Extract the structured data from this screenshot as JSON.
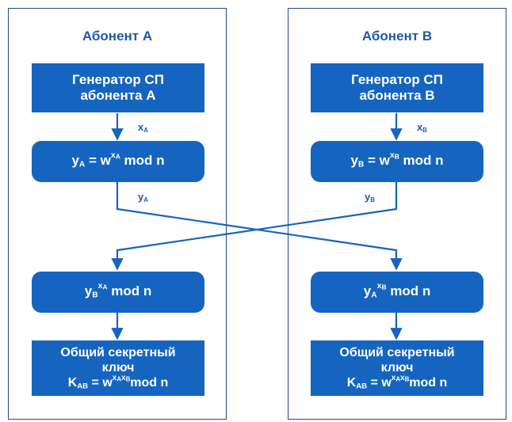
{
  "colors": {
    "box": "#1565c0",
    "text_accent": "#1e5aa8",
    "border": "#1e4a8c",
    "line": "#1565c0"
  },
  "panel_a": {
    "title": "Абонент A",
    "generator": [
      "Генератор СП",
      "абонента A"
    ],
    "edge_x": {
      "base": "x",
      "sub": "A"
    },
    "public": {
      "var": "y",
      "var_sub": "A",
      "eq": " = w",
      "exp": "x",
      "exp_sub": "A",
      "tail": " mod n"
    },
    "edge_y": {
      "base": "y",
      "sub": "A"
    },
    "compute": {
      "base": "y",
      "base_sub": "B",
      "exp": "x",
      "exp_sub": "A",
      "tail": " mod n"
    },
    "secret": {
      "line1": "Общий секретный",
      "line2": "ключ",
      "var": "K",
      "var_sub": "AB",
      "eq": " = w",
      "exp1": "x",
      "exp1_sub": "A",
      "exp2": "x",
      "exp2_sub": "B",
      "tail": "mod n"
    }
  },
  "panel_b": {
    "title": "Абонент B",
    "generator": [
      "Генератор СП",
      "абонента B"
    ],
    "edge_x": {
      "base": "x",
      "sub": "B"
    },
    "public": {
      "var": "y",
      "var_sub": "B",
      "eq": " = w",
      "exp": "x",
      "exp_sub": "B",
      "tail": " mod n"
    },
    "edge_y": {
      "base": "y",
      "sub": "B"
    },
    "compute": {
      "base": "y",
      "base_sub": "A",
      "exp": "x",
      "exp_sub": "B",
      "tail": " mod n"
    },
    "secret": {
      "line1": "Общий секретный",
      "line2": "ключ",
      "var": "K",
      "var_sub": "AB",
      "eq": " = w",
      "exp1": "x",
      "exp1_sub": "A",
      "exp2": "x",
      "exp2_sub": "B",
      "tail": "mod n"
    }
  }
}
